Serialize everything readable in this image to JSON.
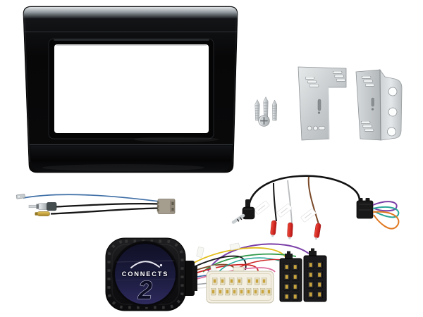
{
  "photo": {
    "description": "Double DIN car stereo installation kit on white background",
    "background_color": "#ffffff"
  },
  "fascia": {
    "name": "gloss-black-double-din-fascia"
  },
  "brackets": {
    "name": "metal-mounting-bracket-pair"
  },
  "screws": {
    "name": "fixing-screws"
  },
  "antenna_adapter": {
    "name": "antenna-adapter-lead"
  },
  "patch_lead": {
    "name": "swc-patch-lead-with-bullet-terminals"
  },
  "interface": {
    "name": "steering-wheel-control-interface",
    "brand_text": "CONNECTS",
    "brand_number": "2"
  },
  "harness": {
    "name": "vehicle-harness-white-connector-and-iso-plugs"
  },
  "colors": {
    "background": "#ffffff",
    "gloss_black": "#0a0a0c",
    "metal_silver": "#c9cdcf",
    "label_navy": "#1b1b3e",
    "wire_blue": "#3f6fa6",
    "wire_purple": "#7b3fa8",
    "wire_teal": "#2aa79a",
    "wire_orange": "#e07820",
    "wire_yellow": "#e2bd1c",
    "wire_green": "#2f9a4a",
    "wire_red": "#cc2424",
    "wire_pink": "#dd6fa0",
    "wire_brown": "#7a4a2a",
    "wire_grey": "#9aa0a4",
    "crimp_red": "#d41f1f",
    "connector_cream": "#f3efe2",
    "pin_gold": "#c9a43e"
  }
}
